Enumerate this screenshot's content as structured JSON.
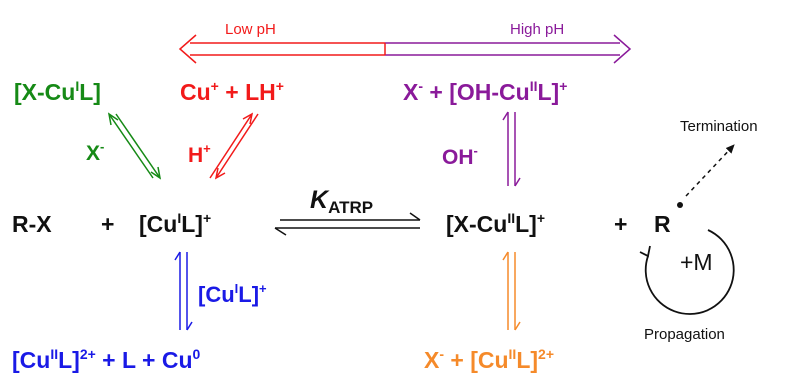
{
  "colors": {
    "black": "#111111",
    "green": "#168a16",
    "red": "#f21a1a",
    "purple": "#8a1a9a",
    "blue": "#1a1ae6",
    "orange": "#f58a2a"
  },
  "ph_bar": {
    "low_label": "Low pH",
    "high_label": "High pH"
  },
  "species": {
    "x_cu1l": {
      "a": "[X-Cu",
      "sup": "I",
      "b": "L]"
    },
    "cu_lh": {
      "a": "Cu",
      "sup1": "+",
      "b": " + LH",
      "sup2": "+"
    },
    "x_oh_cu2l": {
      "a": "X",
      "sup1": "-",
      "b": " + [OH-Cu",
      "sup2": "II",
      "c": "L]",
      "sup3": "+"
    },
    "rx": "R-X",
    "plus1": "+",
    "cu1l": {
      "a": "[Cu",
      "sup1": "I",
      "b": "L]",
      "sup2": "+"
    },
    "x_cu2l": {
      "a": "[X-Cu",
      "sup1": "II",
      "b": "L]",
      "sup2": "+"
    },
    "plus2": "+",
    "radical": "R",
    "cu2l_l_cu0": {
      "a": "[Cu",
      "sup1": "II",
      "b": "L]",
      "sup2": "2+",
      "c": " + L + Cu",
      "sup3": "0"
    },
    "x_cu2l_2": {
      "a": "X",
      "sup1": "-",
      "b": " + [Cu",
      "sup2": "II",
      "c": "L]",
      "sup3": "2+"
    }
  },
  "labels": {
    "x_minus": {
      "a": "X",
      "sup": "-"
    },
    "h_plus": {
      "a": "H",
      "sup": "+"
    },
    "oh_minus": {
      "a": "OH",
      "sup": "-"
    },
    "cu1l_plus": {
      "a": "[Cu",
      "sup1": "I",
      "b": "L]",
      "sup2": "+"
    },
    "katrp": {
      "a": "K",
      "sub": "ATRP"
    },
    "plus_m": "+M",
    "termination": "Termination",
    "propagation": "Propagation"
  }
}
